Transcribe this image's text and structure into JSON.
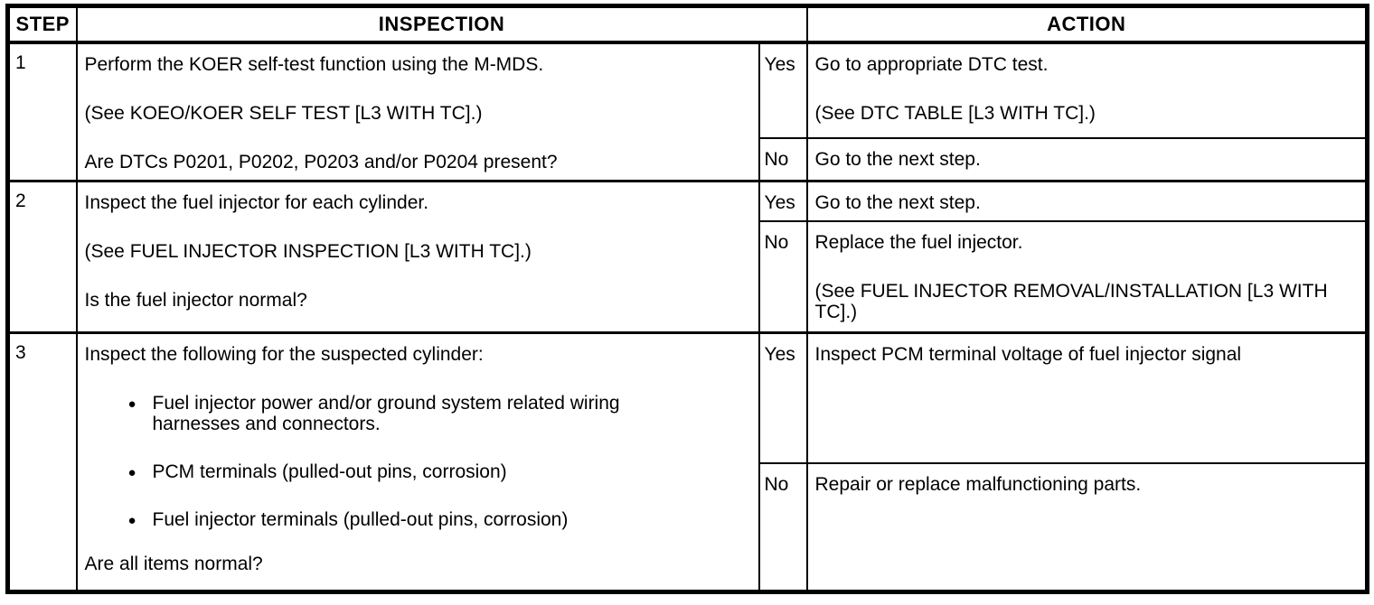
{
  "table": {
    "headers": {
      "step": "STEP",
      "inspection": "INSPECTION",
      "action": "ACTION"
    },
    "yes_label": "Yes",
    "no_label": "No",
    "steps": [
      {
        "number": "1",
        "inspection": {
          "paragraphs": [
            "Perform the KOER self-test function using the M-MDS.",
            "(See KOEO/KOER SELF TEST [L3 WITH TC].)",
            "Are DTCs P0201, P0202, P0203 and/or P0204 present?"
          ]
        },
        "yes_action": {
          "paragraphs": [
            "Go to appropriate DTC test.",
            "(See DTC TABLE [L3 WITH TC].)"
          ]
        },
        "no_action": {
          "paragraphs": [
            "Go to the next step."
          ]
        }
      },
      {
        "number": "2",
        "inspection": {
          "paragraphs": [
            "Inspect the fuel injector for each cylinder.",
            "(See FUEL INJECTOR INSPECTION [L3 WITH TC].)",
            "Is the fuel injector normal?"
          ]
        },
        "yes_action": {
          "paragraphs": [
            "Go to the next step."
          ]
        },
        "no_action": {
          "paragraphs": [
            "Replace the fuel injector.",
            "(See FUEL INJECTOR REMOVAL/INSTALLATION [L3 WITH TC].)"
          ]
        }
      },
      {
        "number": "3",
        "inspection": {
          "intro": "Inspect the following for the suspected cylinder:",
          "bullets": [
            "Fuel injector power and/or ground system related wiring harnesses and connectors.",
            "PCM terminals (pulled-out pins, corrosion)",
            "Fuel injector terminals (pulled-out pins, corrosion)"
          ],
          "question": "Are all items normal?"
        },
        "yes_action": {
          "paragraphs": [
            "Inspect PCM terminal voltage of fuel injector signal"
          ]
        },
        "no_action": {
          "paragraphs": [
            "Repair or replace malfunctioning parts."
          ]
        }
      }
    ]
  }
}
